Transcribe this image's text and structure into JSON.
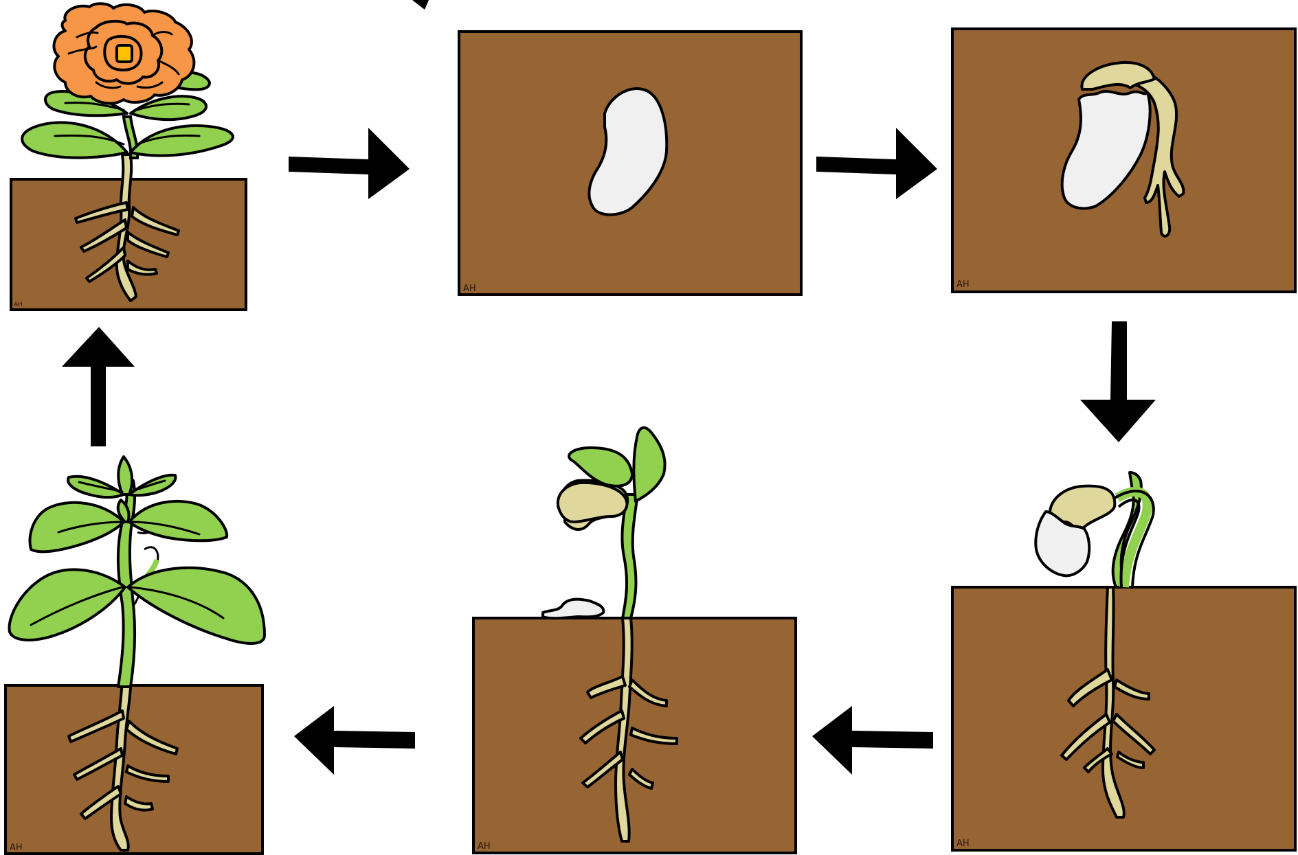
{
  "diagram": {
    "background_color": "#ffffff",
    "soil_color": "#976434",
    "outline_color": "#000000",
    "seed_color": "#f0f0f0",
    "cotyledon_color": "#e0d79c",
    "leaf_color": "#92d050",
    "petal_color": "#f79646",
    "flower_center_color": "#ffc000",
    "stages": [
      {
        "name": "flowering plant",
        "signature": "AH"
      },
      {
        "name": "seed",
        "signature": "AH"
      },
      {
        "name": "germinating seed",
        "signature": "AH"
      },
      {
        "name": "sprout emerging",
        "signature": "AH"
      },
      {
        "name": "seedling",
        "signature": "AH"
      },
      {
        "name": "young plant",
        "signature": "AH"
      }
    ],
    "arrows": [
      {
        "from": "flowering plant",
        "to": "seed",
        "direction": "right"
      },
      {
        "from": "seed",
        "to": "germinating seed",
        "direction": "right"
      },
      {
        "from": "germinating seed",
        "to": "sprout emerging",
        "direction": "down"
      },
      {
        "from": "sprout emerging",
        "to": "seedling",
        "direction": "left"
      },
      {
        "from": "seedling",
        "to": "young plant",
        "direction": "left"
      },
      {
        "from": "young plant",
        "to": "flowering plant",
        "direction": "up"
      }
    ]
  }
}
